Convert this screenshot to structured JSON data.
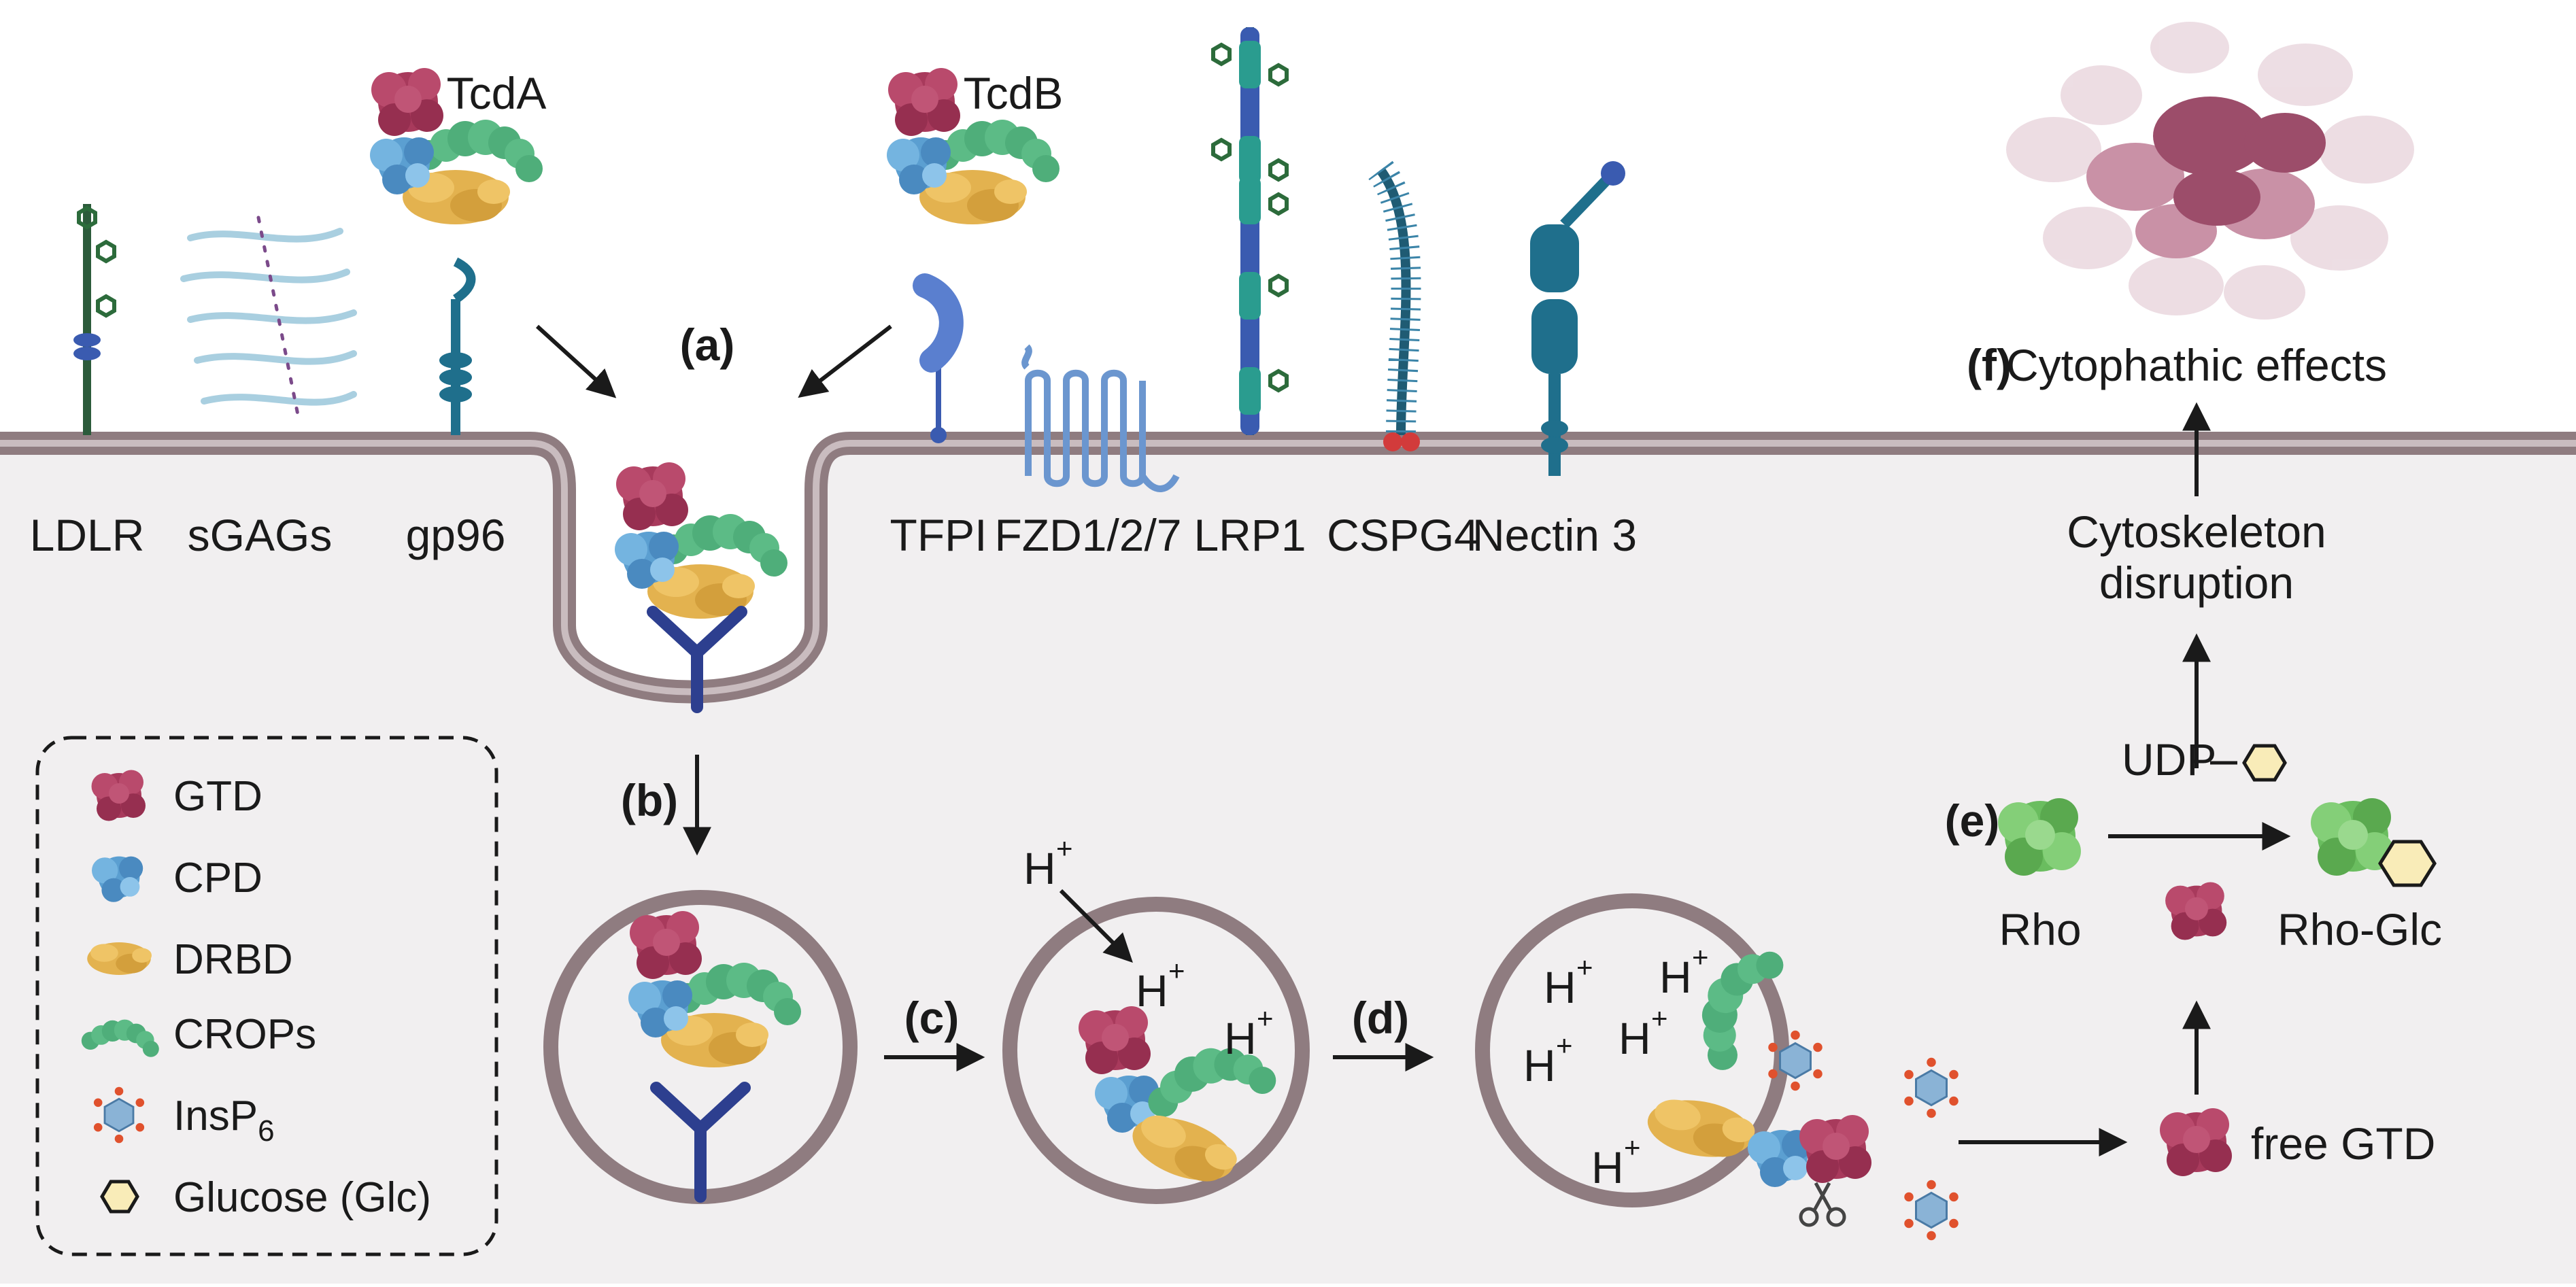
{
  "toxins": {
    "a": "TcdA",
    "b": "TcdB"
  },
  "receptors": {
    "ldlr": "LDLR",
    "sgags": "sGAGs",
    "gp96": "gp96",
    "tfpi": "TFPI",
    "fzd": "FZD1/2/7",
    "lrp1": "LRP1",
    "cspg4": "CSPG4",
    "nectin3": "Nectin 3"
  },
  "steps": {
    "a": "(a)",
    "b": "(b)",
    "c": "(c)",
    "d": "(d)",
    "e": "(e)",
    "f": "(f)"
  },
  "proton": {
    "base": "H",
    "charge": "+"
  },
  "pathway": {
    "cytopathic": "Cytophathic effects",
    "cytoskeleton_line1": "Cytoskeleton",
    "cytoskeleton_line2": "disruption",
    "udp": "UDP",
    "rho": "Rho",
    "rho_glc": "Rho-Glc",
    "free_gtd": "free GTD"
  },
  "legend": {
    "gtd": "GTD",
    "cpd": "CPD",
    "drbd": "DRBD",
    "crops": "CROPs",
    "insp6_base": "InsP",
    "insp6_sub": "6",
    "glucose": "Glucose (Glc)"
  },
  "colors": {
    "gtd": "#a83a5c",
    "cpd": "#5b9fd1",
    "drbd": "#e3b24f",
    "crops": "#4fae7a",
    "membrane": "#8f7c80",
    "cytoplasm": "#f1eff0",
    "rho": "#6abd5f",
    "receptor_teal": "#1f7a8c",
    "receptor_blue": "#3a5bb0",
    "insp6_dot": "#e0512d",
    "glucose": "#f9ecb8"
  }
}
